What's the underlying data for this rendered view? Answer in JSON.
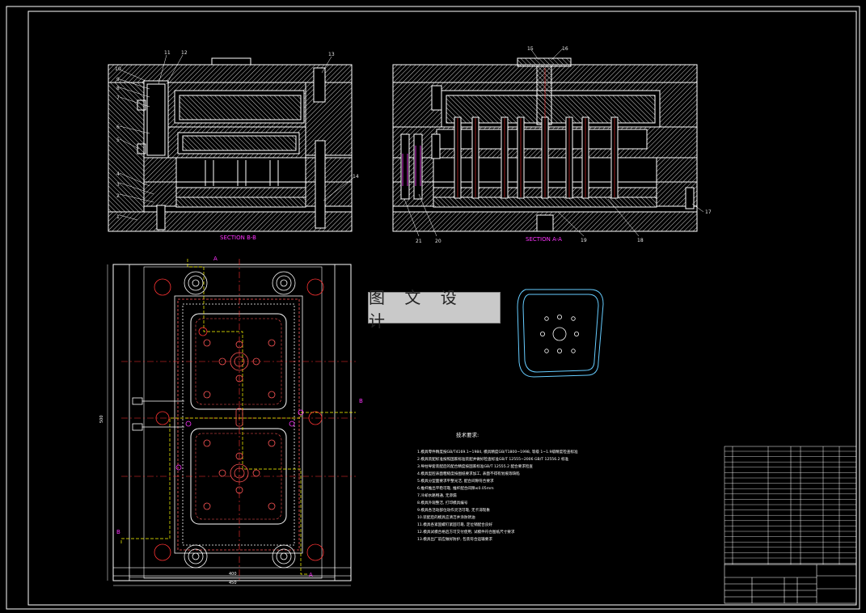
{
  "watermark": "图 文 设 计",
  "views": {
    "section_bb_label": "SECTION B-B",
    "section_aa_label": "SECTION A-A",
    "cut_markers": [
      "A",
      "A",
      "B",
      "B"
    ]
  },
  "part_numbers": [
    "1",
    "2",
    "3",
    "4",
    "5",
    "6",
    "7",
    "8",
    "9",
    "10",
    "11",
    "12",
    "13",
    "14",
    "15",
    "16",
    "17",
    "18",
    "19",
    "20",
    "21"
  ],
  "tech_requirements": {
    "title": "技术要求:",
    "items": [
      "1.模具零件精度按GB/T4169.1~1984, 模具精度GB/T1800~1998, 等级 1~1.9级精度检查标准",
      "2.模具装配标准按照国家标准装配并做好检查标准GB/T 12555~2006 GB/T 12556.2 标准",
      "3.导柱导套装配后的配合精度按国家标准GB/T 12555.2 配合要求检查",
      "4.模具型腔表面粗糙度按图纸要求加工, 表面不得有划痕等缺陷",
      "5.模具分型面要求平整光洁, 配合间隙符合要求",
      "6.推杆推出平稳可靠, 推杆配合间隙≤0.05mm",
      "7.冷却水路畅通, 无渗漏",
      "8.模具外观整洁, 打印模具编号",
      "9.模具各活动部位动作灵活可靠, 无卡滞现象",
      "10.装配后的模具应清洁并涂防锈油",
      "11.模具各紧固螺钉紧固可靠, 定位销配合良好",
      "12.模具试模合格后方可交付使用, 试模件符合图纸尺寸要求",
      "13.模具出厂前应做好防护, 包装符合运输要求"
    ]
  },
  "plan_view": {
    "dims": [
      "400",
      "450",
      "500"
    ]
  },
  "colors": {
    "line": "#ffffff",
    "hatch": "#d0d0d0",
    "center": "#ff3333",
    "dashed": "#ff5555",
    "magenta": "#ff33ff",
    "yellow": "#ffff00",
    "cyan": "#55ccff"
  }
}
